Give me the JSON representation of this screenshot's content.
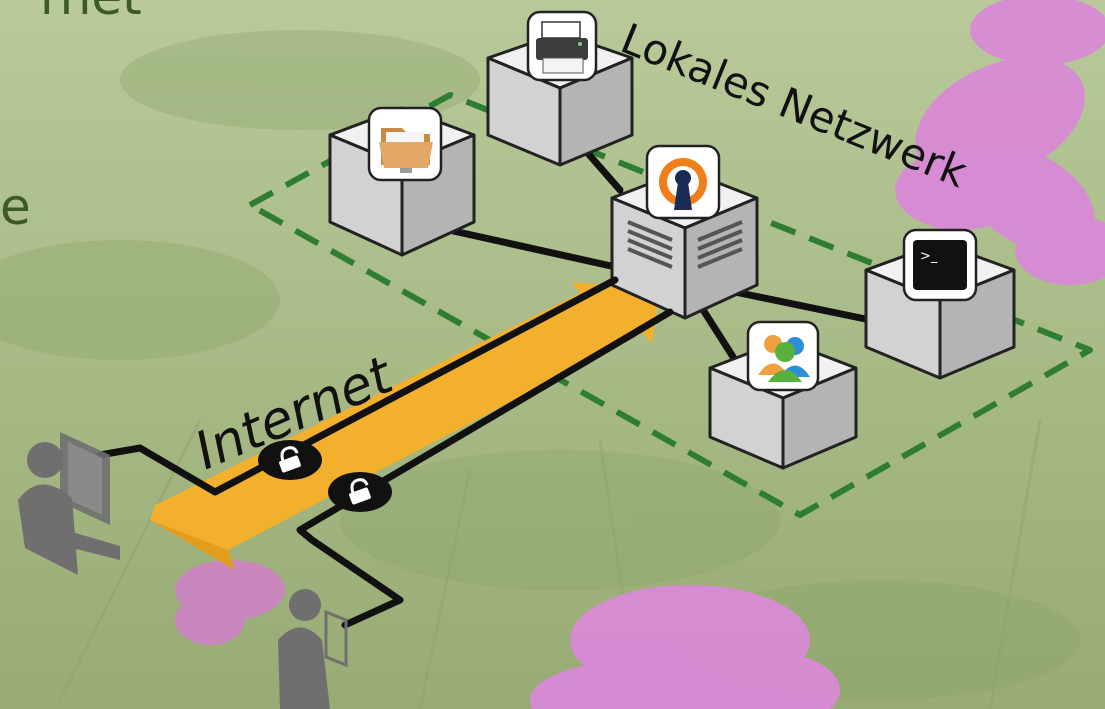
{
  "slide": {
    "text_top": "rnet",
    "text_middle": "e"
  },
  "diagram": {
    "lan_label": "Lokales Netzwerk",
    "internet_label": "Internet",
    "terminal_prompt": ">_",
    "colors": {
      "lan_border": "#2e7d32",
      "tunnel": "#f2b02c",
      "openvpn_orange": "#f07e1b",
      "openvpn_navy": "#1a2c55",
      "person": "#6f6f6f"
    },
    "icons": [
      "printer-icon",
      "folder-icon",
      "openvpn-icon",
      "terminal-icon",
      "users-icon",
      "lock-icon",
      "desktop-user-icon",
      "mobile-user-icon"
    ]
  }
}
